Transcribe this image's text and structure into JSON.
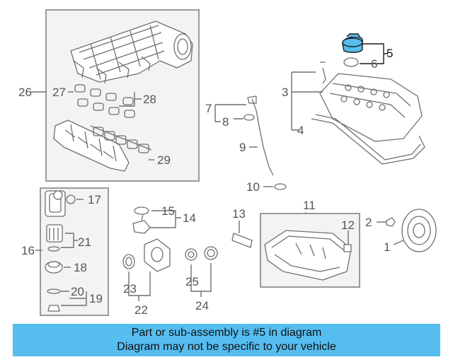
{
  "diagram": {
    "callouts": [
      "1",
      "2",
      "3",
      "4",
      "5",
      "6",
      "7",
      "8",
      "9",
      "10",
      "11",
      "12",
      "13",
      "14",
      "15",
      "16",
      "17",
      "18",
      "19",
      "20",
      "21",
      "22",
      "23",
      "24",
      "25",
      "26",
      "27",
      "28",
      "29"
    ],
    "highlighted": "5",
    "highlight_color": "#55bdf0"
  },
  "banner": {
    "line1": "Part or sub-assembly is #5 in diagram",
    "line2": "Diagram may not be specific to your vehicle",
    "background": "#55bdf0"
  }
}
